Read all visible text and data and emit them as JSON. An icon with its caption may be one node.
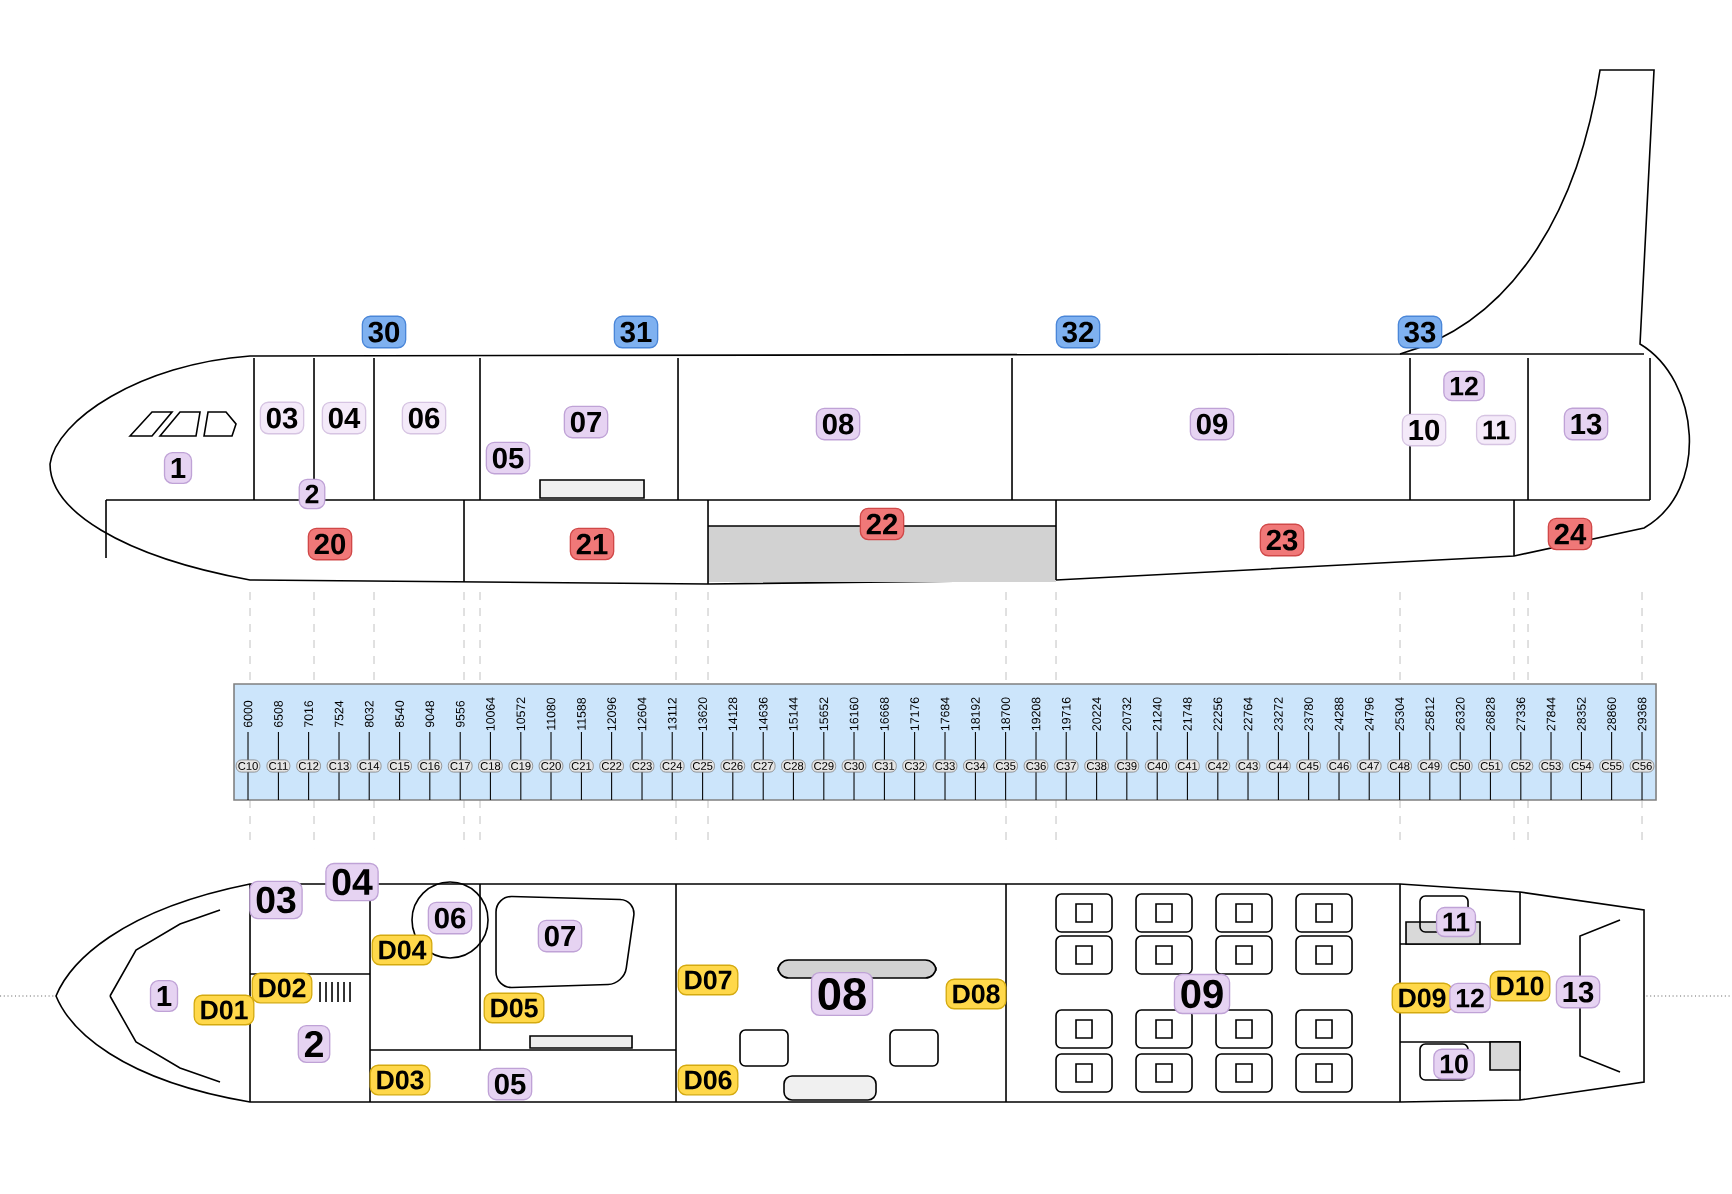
{
  "diagram": {
    "nodes": [
      {
        "text": [
          "30"
        ]
      },
      {
        "text": [
          "31"
        ]
      },
      {
        "text": [
          "32"
        ]
      },
      {
        "text": [
          "33"
        ]
      },
      {
        "text": [
          "12"
        ]
      },
      {
        "text": [
          "03"
        ]
      },
      {
        "text": [
          "04"
        ]
      },
      {
        "text": [
          "06"
        ]
      },
      {
        "text": [
          "07"
        ]
      },
      {
        "text": [
          "08"
        ]
      },
      {
        "text": [
          "09"
        ]
      },
      {
        "text": [
          "13"
        ]
      },
      {
        "text": [
          "10"
        ]
      },
      {
        "text": [
          "11"
        ]
      },
      {
        "text": [
          "1"
        ]
      },
      {
        "text": [
          "05"
        ]
      },
      {
        "text": [
          "2"
        ]
      },
      {
        "text": [
          "20"
        ]
      },
      {
        "text": [
          "22"
        ]
      },
      {
        "text": [
          "21"
        ]
      },
      {
        "text": [
          "23"
        ]
      },
      {
        "text": [
          "24"
        ]
      },
      {
        "text": [
          "03"
        ]
      },
      {
        "text": [
          "04"
        ]
      },
      {
        "text": [
          "06"
        ]
      },
      {
        "text": [
          "07"
        ]
      },
      {
        "text": [
          "1"
        ]
      },
      {
        "text": [
          "D02"
        ]
      },
      {
        "text": [
          "D04"
        ]
      },
      {
        "text": [
          "D01"
        ]
      },
      {
        "text": [
          "D07"
        ]
      },
      {
        "text": [
          "08"
        ]
      },
      {
        "text": [
          "D08"
        ]
      },
      {
        "text": [
          "09"
        ]
      },
      {
        "text": [
          "D10"
        ]
      },
      {
        "text": [
          "13"
        ]
      },
      {
        "text": [
          "11"
        ]
      },
      {
        "text": [
          "D09"
        ]
      },
      {
        "text": [
          "12"
        ]
      },
      {
        "text": [
          "D05"
        ]
      },
      {
        "text": [
          "2"
        ]
      },
      {
        "text": [
          "10"
        ]
      },
      {
        "text": [
          "D03"
        ]
      },
      {
        "text": [
          "05"
        ]
      },
      {
        "text": [
          "D06"
        ]
      }
    ],
    "labels": [
      "6000",
      "6508",
      "7016",
      "7524",
      "8032",
      "8540",
      "9048",
      "9556",
      "10064",
      "10572",
      "11080",
      "11588",
      "12096",
      "12604",
      "13112",
      "13620",
      "14128",
      "14636",
      "15144",
      "15652",
      "16160",
      "16668",
      "17176",
      "17684",
      "18192",
      "18700",
      "19208",
      "19716",
      "20224",
      "20732",
      "21240",
      "21748",
      "22256",
      "22764",
      "23272",
      "23780",
      "24288",
      "24796",
      "25304",
      "25812",
      "26320",
      "26828",
      "27336",
      "27844",
      "28352",
      "28860",
      "29368",
      "C10",
      "C11",
      "C12",
      "C13",
      "C14",
      "C15",
      "C16",
      "C17",
      "C18",
      "C19",
      "C20",
      "C21",
      "C22",
      "C23",
      "C24",
      "C25",
      "C26",
      "C27",
      "C28",
      "C29",
      "C30",
      "C31",
      "C32",
      "C33",
      "C34",
      "C35",
      "C36",
      "C37",
      "C38",
      "C39",
      "C40",
      "C41",
      "C42",
      "C43",
      "C44",
      "C45",
      "C46",
      "C47",
      "C48",
      "C49",
      "C50",
      "C51",
      "C52",
      "C53",
      "C54",
      "C55",
      "C56"
    ]
  }
}
